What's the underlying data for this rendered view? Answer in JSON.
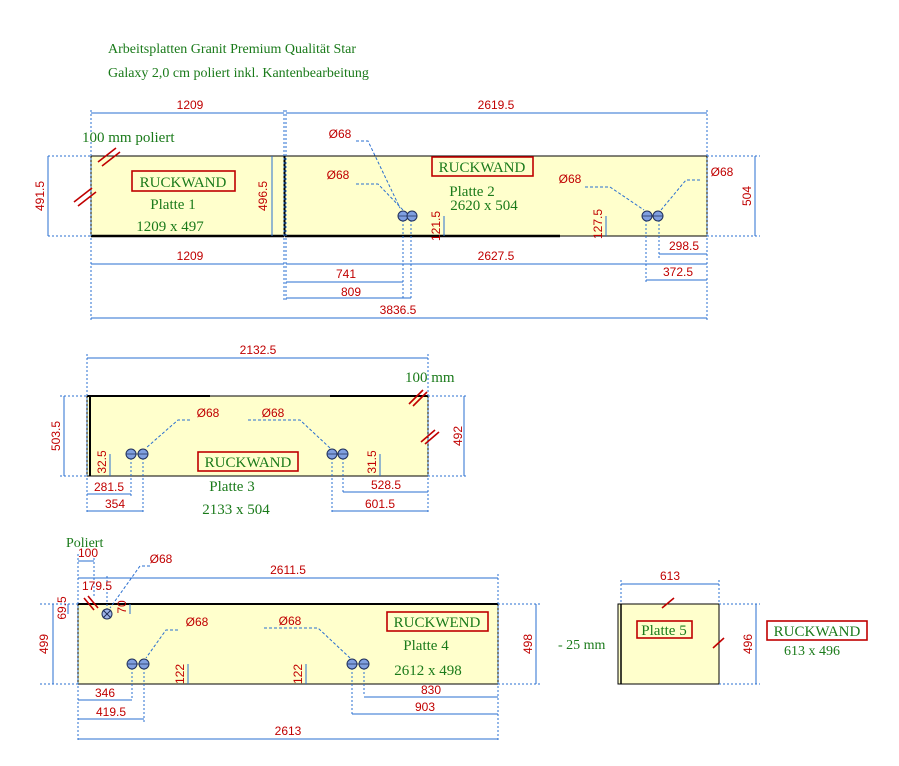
{
  "header": {
    "line1": "Arbeitsplatten Granit Premium Qualität Star",
    "line2": "Galaxy 2,0 cm poliert inkl. Kantenbearbeitung"
  },
  "plates": {
    "p1": {
      "tag": "RUCKWAND",
      "name": "Platte 1",
      "size": "1209 x 497",
      "note": "100 mm poliert"
    },
    "p2": {
      "tag": "RUCKWAND",
      "name": "Platte 2",
      "size": "2620 x 504"
    },
    "p3": {
      "tag": "RUCKWAND",
      "name": "Platte 3",
      "size": "2133 x 504",
      "note": "100 mm"
    },
    "p4": {
      "tag": "RUCKWEND",
      "name": "Platte 4",
      "size": "2612 x 498",
      "note": "Poliert"
    },
    "p5": {
      "tag": "Platte 5",
      "side_tag": "RUCKWAND",
      "size": "613 x 496",
      "note": "- 25 mm"
    }
  },
  "dims": {
    "r1": {
      "top1": "1209",
      "top2": "2619.5",
      "left": "491.5",
      "mid": "496.5",
      "right": "504",
      "bot1": "1209",
      "bot2": "2627.5",
      "d741": "741",
      "d809": "809",
      "total": "3836.5",
      "h1": "121.5",
      "h2": "127.5",
      "r298": "298.5",
      "r372": "372.5",
      "dia_a": "Ø68",
      "dia_b": "Ø68",
      "dia_c": "Ø68",
      "dia_d": "Ø68"
    },
    "r2": {
      "top": "2132.5",
      "left": "503.5",
      "right": "492",
      "h1": "32.5",
      "h2": "31.5",
      "b281": "281.5",
      "b354": "354",
      "b528": "528.5",
      "b601": "601.5",
      "dia_a": "Ø68",
      "dia_b": "Ø68"
    },
    "r3": {
      "d100": "100",
      "d179": "179.5",
      "d69": "69.5",
      "d70": "70",
      "top": "2611.5",
      "left": "499",
      "right": "498",
      "h1": "122",
      "h2": "122",
      "b346": "346",
      "b419": "419.5",
      "b830": "830",
      "b903": "903",
      "total": "2613",
      "dia_a": "Ø68",
      "dia_b": "Ø68",
      "dia_c": "Ø68"
    },
    "r4": {
      "top": "613",
      "right": "496"
    }
  }
}
